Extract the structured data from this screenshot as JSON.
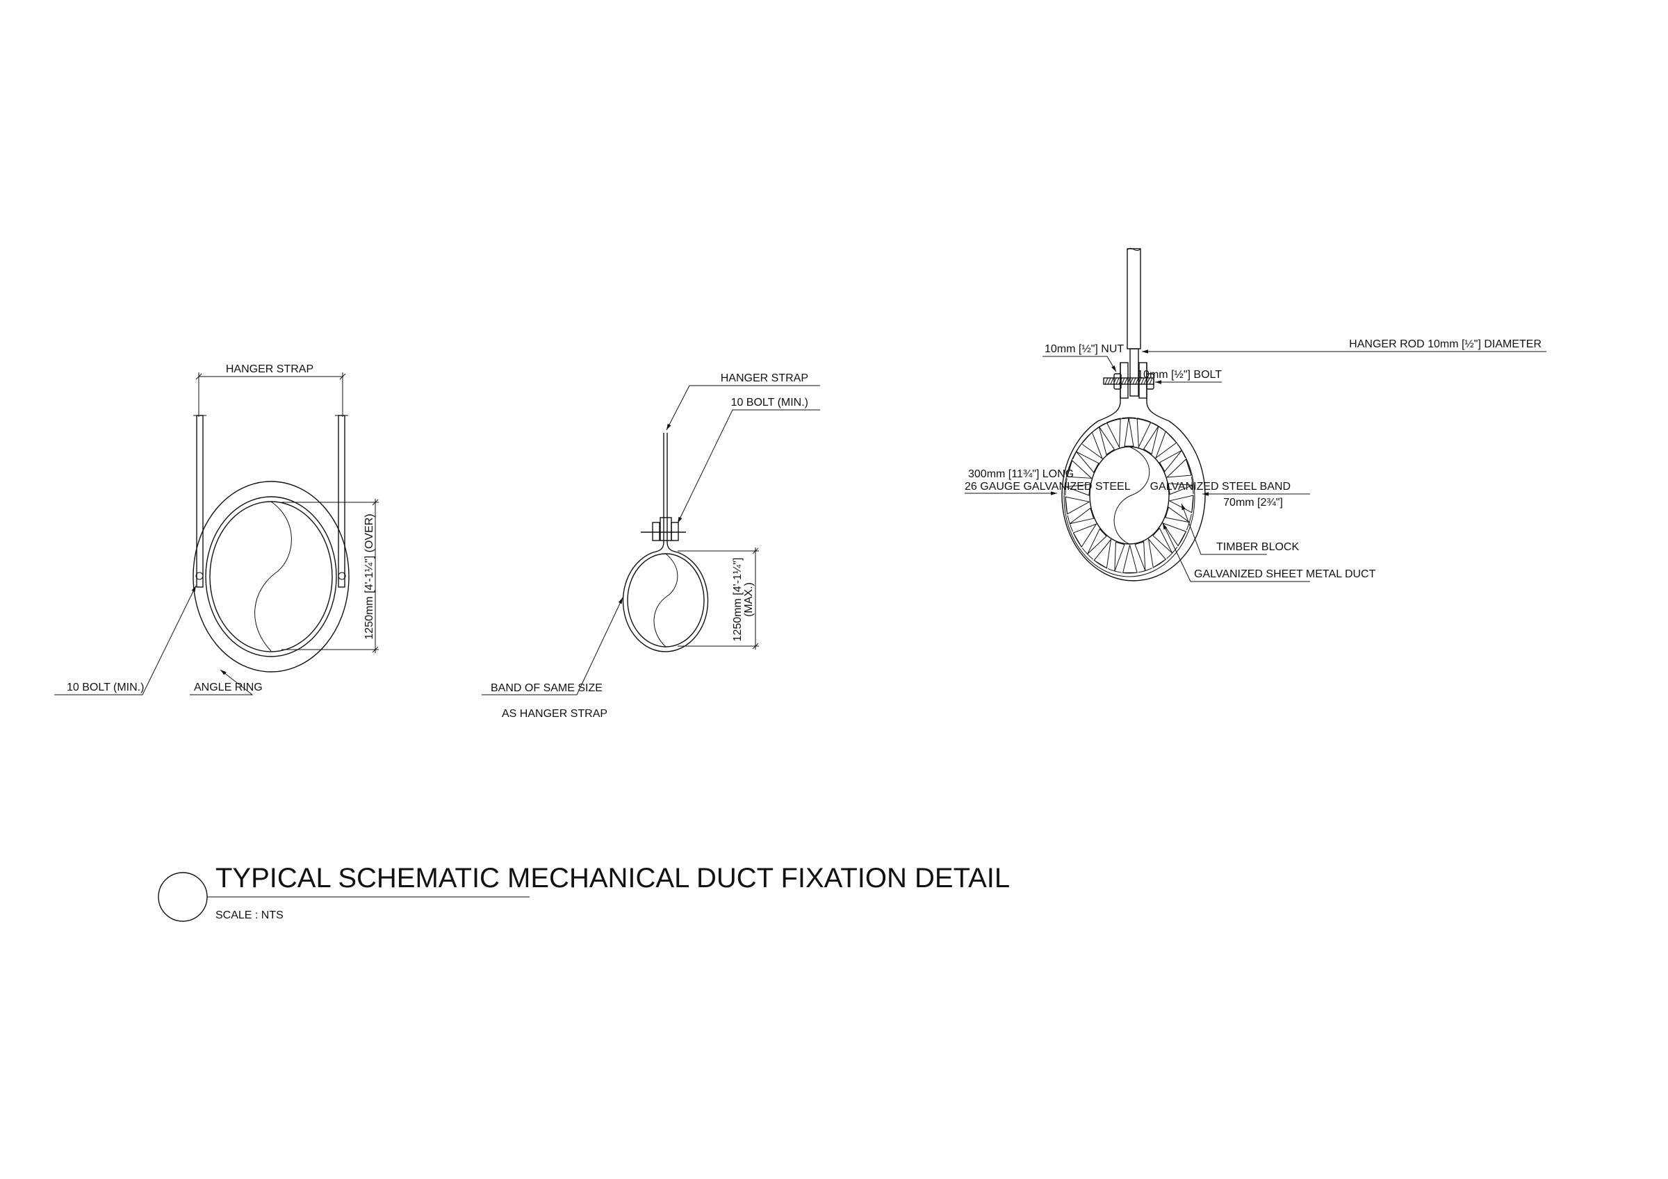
{
  "title": "TYPICAL SCHEMATIC MECHANICAL DUCT FIXATION DETAIL",
  "scale": "SCALE : NTS",
  "detail_left": {
    "hanger_strap": "HANGER STRAP",
    "dimension": "1250mm [4'-1¼\"] (OVER)",
    "bolt": "10 BOLT (MIN.)",
    "angle_ring": "ANGLE RING"
  },
  "detail_middle": {
    "hanger_strap": "HANGER STRAP",
    "bolt": "10 BOLT (MIN.)",
    "dimension_line1": "1250mm [4'-1¼\"]",
    "dimension_line2": "(MAX.)",
    "band_line1": "BAND OF SAME SIZE",
    "band_line2": "AS HANGER STRAP"
  },
  "detail_right": {
    "hanger_rod": "HANGER ROD 10mm [½\"] DIAMETER",
    "nut": "10mm [½\"] NUT",
    "bolt": "10mm [½\"] BOLT",
    "steel_line1": "300mm [11¾\"] LONG",
    "steel_line2": "26 GAUGE GALVANIZED STEEL",
    "band": "GALVANIZED STEEL BAND",
    "band_width": "70mm [2¾\"]",
    "timber": "TIMBER BLOCK",
    "duct": "GALVANIZED SHEET METAL DUCT"
  }
}
